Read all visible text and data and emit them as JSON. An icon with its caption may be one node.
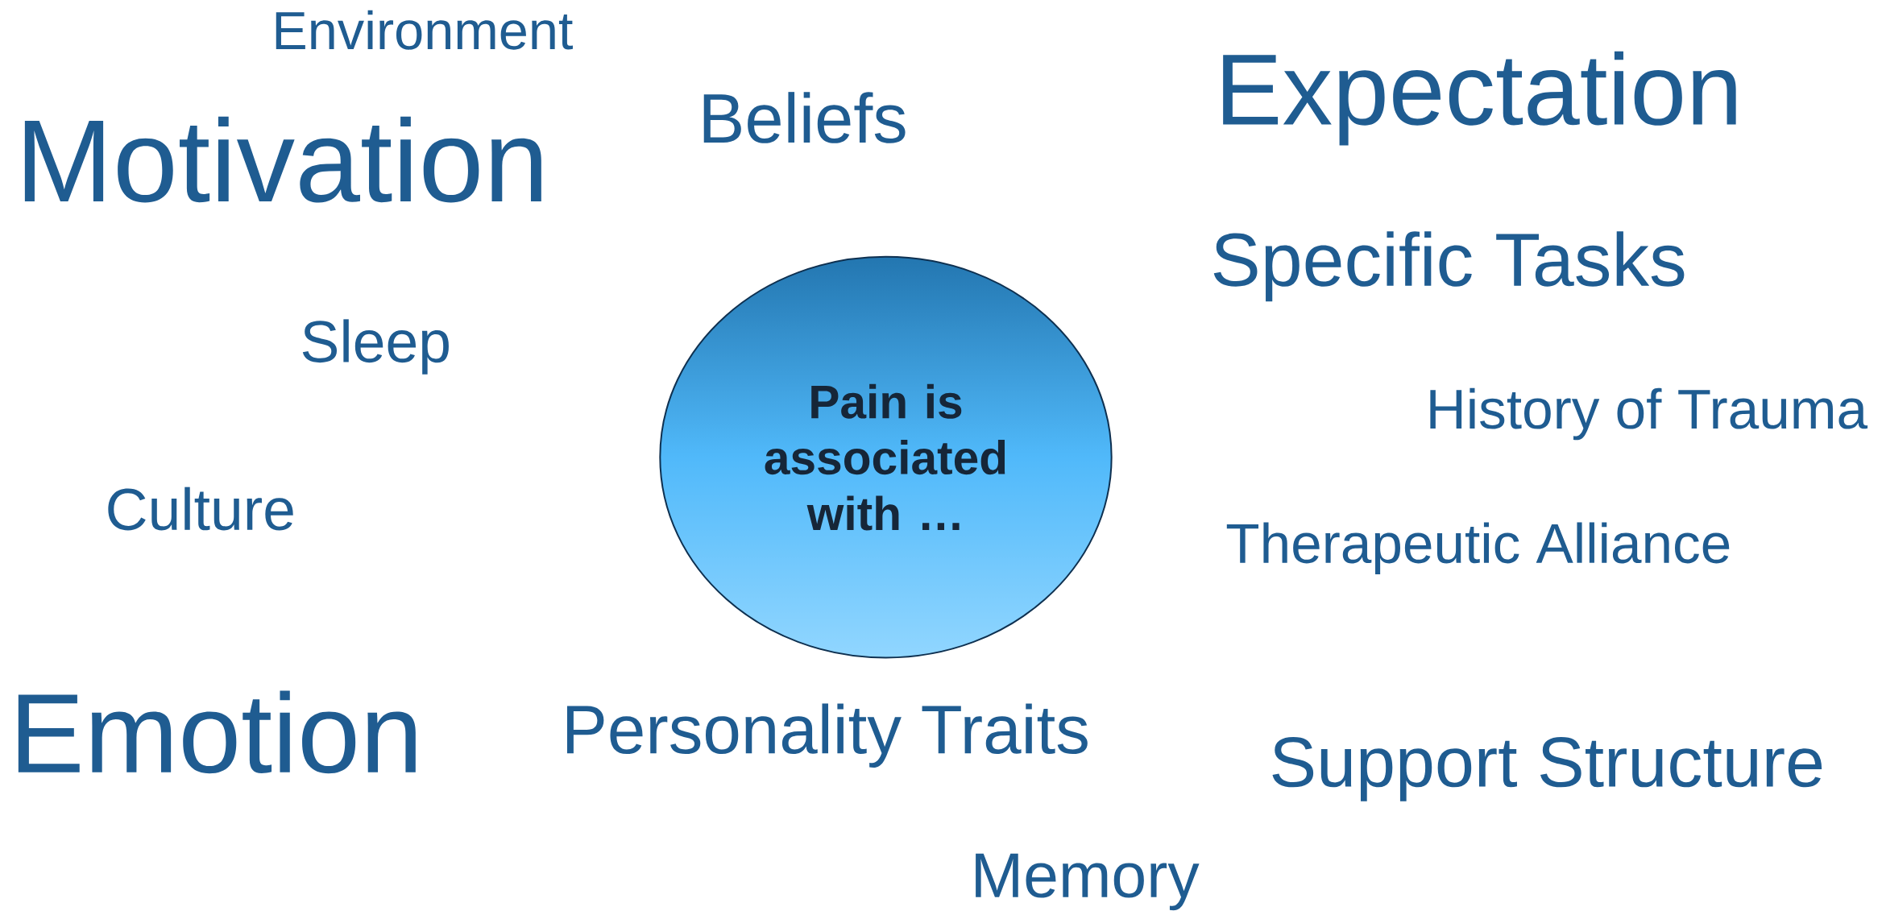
{
  "diagram": {
    "nodes": [
      {
        "text": [
          "Pain is associated with …"
        ]
      }
    ],
    "labels": [
      "Environment",
      "Motivation",
      "Beliefs",
      "Expectation",
      "Specific Tasks",
      "Sleep",
      "History of Trauma",
      "Culture",
      "Therapeutic Alliance",
      "Emotion",
      "Personality Traits",
      "Support Structure",
      "Memory"
    ]
  }
}
